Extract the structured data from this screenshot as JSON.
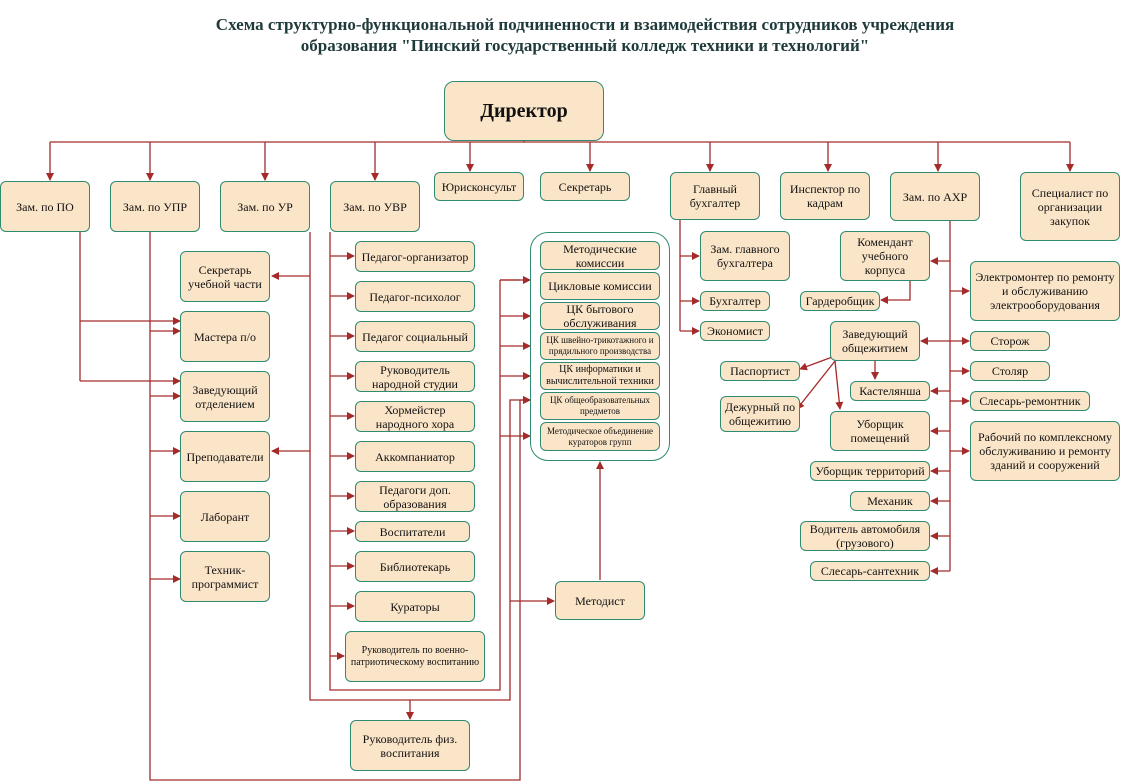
{
  "title": {
    "line1": "Схема структурно-функциональной подчиненности и взаимодействия сотрудников учреждения",
    "line2": "образования \"Пинский государственный колледж техники и технологий\""
  },
  "colors": {
    "box_fill": "#fbe5c8",
    "box_border": "#2e8b71",
    "connector": "#a52a2a",
    "title": "#1f3a3a"
  },
  "nodes": {
    "director": "Директор",
    "zam_po": "Зам. по ПО",
    "zam_upr": "Зам. по УПР",
    "zam_ur": "Зам. по УР",
    "zam_uvr": "Зам. по УВР",
    "yuriskonsult": "Юрисконсульт",
    "sekretar": "Секретарь",
    "glavbuh": "Главный бухгалтер",
    "inspektor": "Инспектор по кадрам",
    "zam_ahr": "Зам. по АХР",
    "specialist": "Специалист по организации закупок",
    "sekretar_uch": "Секретарь учебной части",
    "mastera": "Мастера п/о",
    "zav_otd": "Заведующий отделением",
    "prepod": "Преподаватели",
    "laborant": "Лаборант",
    "tehnik": "Техник-программист",
    "ped_org": "Педагог-организатор",
    "ped_psih": "Педагог-психолог",
    "ped_soc": "Педагог социальный",
    "ruk_nar": "Руководитель народной студии",
    "horm": "Хормейстер народного хора",
    "akkomp": "Аккомпаниатор",
    "ped_dop": "Педагоги доп. образования",
    "vospit": "Воспитатели",
    "bibl": "Библиотекарь",
    "kurat": "Кураторы",
    "ruk_voen": "Руководитель по военно-патриотическому воспитанию",
    "ruk_fiz": "Руководитель физ. воспитания",
    "metodist": "Методист",
    "met_kom": "Методические комиссии",
    "cikl_kom": "Цикловые комиссии",
    "ck_byt": "ЦК бытового обслуживания",
    "ck_shv": "ЦК швейно-трикотажного и прядильного производства",
    "ck_inf": "ЦК информатики и вычислительной техники",
    "ck_obsh": "ЦК общеобразовательных предметов",
    "met_ob": "Методическое объединение кураторов групп",
    "zam_glavbuh": "Зам. главного бухгалтера",
    "buhgalter": "Бухгалтер",
    "ekonomist": "Экономист",
    "komendant": "Комендант учебного корпуса",
    "garderob": "Гардеробщик",
    "elektro": "Электромонтер по ремонту и обслуживанию электрооборудования",
    "zav_obsh": "Заведующий общежитием",
    "storozh": "Сторож",
    "pasport": "Паспортист",
    "kastel": "Кастелянша",
    "stolyar": "Столяр",
    "dezhur": "Дежурный по общежитию",
    "slesar_rem": "Слесарь-ремонтник",
    "uborshik_pom": "Уборщик помещений",
    "rabochiy": "Рабочий по комплексному обслуживанию и ремонту зданий и сооружений",
    "uborshik_ter": "Уборщик территорий",
    "mehanik": "Механик",
    "voditel": "Водитель автомобиля (грузового)",
    "slesar_sant": "Слесарь-сантехник"
  }
}
